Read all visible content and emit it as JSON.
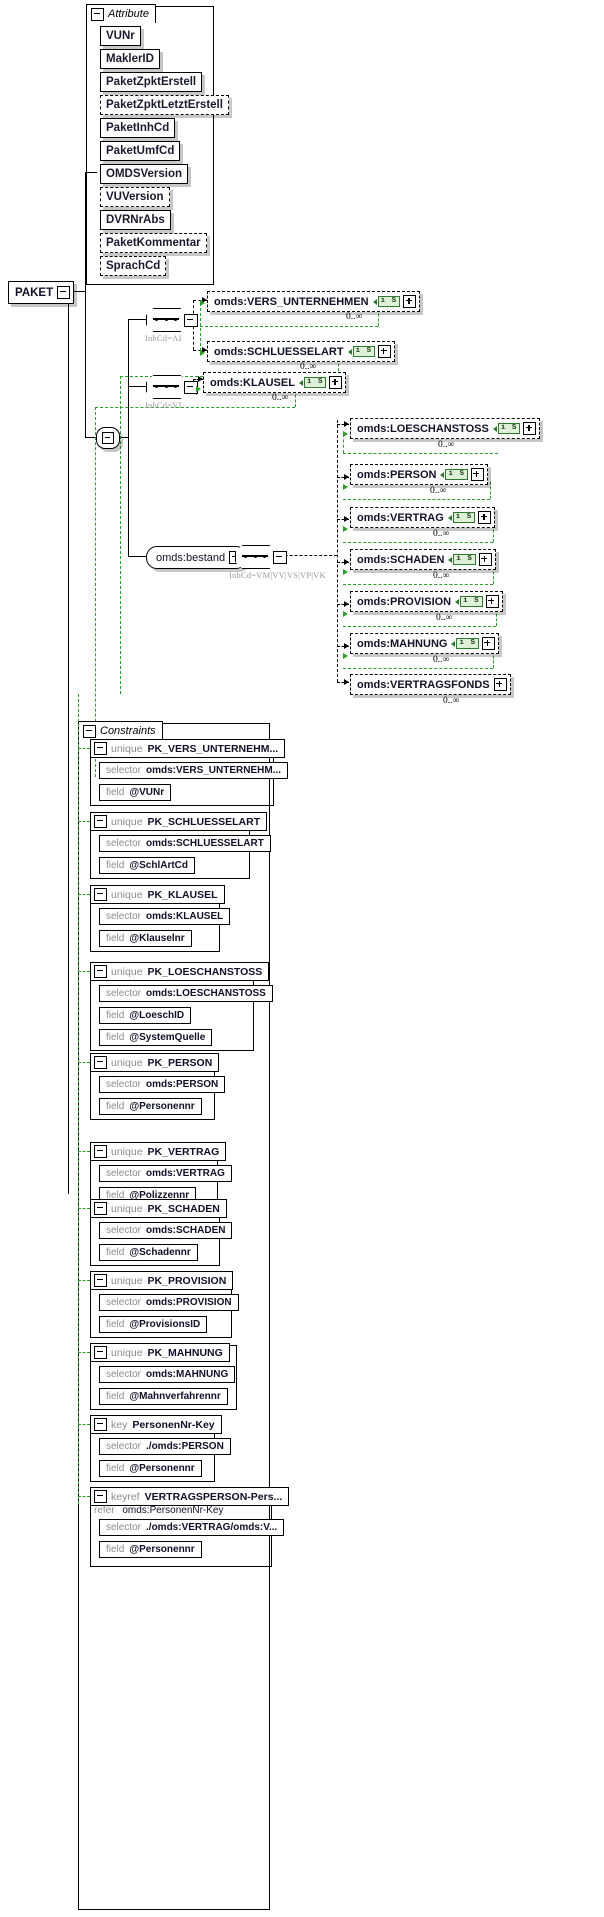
{
  "diagram": {
    "root": {
      "label": "PAKET"
    },
    "attribute_group": {
      "title": "Attribute",
      "attributes": [
        {
          "name": "VUNr",
          "optional": false
        },
        {
          "name": "MaklerID",
          "optional": false
        },
        {
          "name": "PaketZpktErstell",
          "optional": false
        },
        {
          "name": "PaketZpktLetztErstell",
          "optional": true
        },
        {
          "name": "PaketInhCd",
          "optional": false
        },
        {
          "name": "PaketUmfCd",
          "optional": false
        },
        {
          "name": "OMDSVersion",
          "optional": false
        },
        {
          "name": "VUVersion",
          "optional": true
        },
        {
          "name": "DVRNrAbs",
          "optional": false
        },
        {
          "name": "PaketKommentar",
          "optional": true
        },
        {
          "name": "SprachCd",
          "optional": true
        }
      ]
    },
    "branches": [
      {
        "id": "branch-ai",
        "node_type": "sequence",
        "annotation": "InhCd=AI",
        "elements": [
          {
            "name": "omds:VERS_UNTERNEHMEN",
            "badge": "i S",
            "occurrence": "0..∞",
            "expander": "+"
          },
          {
            "name": "omds:SCHLUESSELART",
            "badge": "i S",
            "occurrence": "0..∞",
            "expander": "+"
          }
        ]
      },
      {
        "id": "branch-vi",
        "node_type": "sequence",
        "annotation": "InhCd=VI",
        "elements": [
          {
            "name": "omds:KLAUSEL",
            "badge": "i S",
            "occurrence": "0..∞",
            "expander": "+"
          }
        ]
      },
      {
        "id": "branch-bestand",
        "node_type": "sequence",
        "container": "omds:bestand",
        "annotation": "InhCd=VM|VV|VS|VP|VK",
        "elements": [
          {
            "name": "omds:LOESCHANSTOSS",
            "badge": "i S",
            "occurrence": "0..∞",
            "expander": "+"
          },
          {
            "name": "omds:PERSON",
            "badge": "i S",
            "occurrence": "0..∞",
            "expander": "+"
          },
          {
            "name": "omds:VERTRAG",
            "badge": "i S",
            "occurrence": "0..∞",
            "expander": "+"
          },
          {
            "name": "omds:SCHADEN",
            "badge": "i S",
            "occurrence": "0..∞",
            "expander": "+"
          },
          {
            "name": "omds:PROVISION",
            "badge": "i S",
            "occurrence": "0..∞",
            "expander": "+"
          },
          {
            "name": "omds:MAHNUNG",
            "badge": "i S",
            "occurrence": "0..∞",
            "expander": "+"
          },
          {
            "name": "omds:VERTRAGSFONDS",
            "badge": "",
            "occurrence": "0..∞",
            "expander": "+"
          }
        ]
      }
    ],
    "constraints_group": {
      "title": "Constraints",
      "items": [
        {
          "kind": "unique",
          "name": "PK_VERS_UNTERNEHM...",
          "rows": [
            {
              "key": "selector",
              "value": "omds:VERS_UNTERNEHM..."
            },
            {
              "key": "field",
              "value": "@VUNr"
            }
          ]
        },
        {
          "kind": "unique",
          "name": "PK_SCHLUESSELART",
          "rows": [
            {
              "key": "selector",
              "value": "omds:SCHLUESSELART"
            },
            {
              "key": "field",
              "value": "@SchlArtCd"
            }
          ]
        },
        {
          "kind": "unique",
          "name": "PK_KLAUSEL",
          "rows": [
            {
              "key": "selector",
              "value": "omds:KLAUSEL"
            },
            {
              "key": "field",
              "value": "@Klauselnr"
            }
          ]
        },
        {
          "kind": "unique",
          "name": "PK_LOESCHANSTOSS",
          "rows": [
            {
              "key": "selector",
              "value": "omds:LOESCHANSTOSS"
            },
            {
              "key": "field",
              "value": "@LoeschID"
            },
            {
              "key": "field",
              "value": "@SystemQuelle"
            }
          ]
        },
        {
          "kind": "unique",
          "name": "PK_PERSON",
          "rows": [
            {
              "key": "selector",
              "value": "omds:PERSON"
            },
            {
              "key": "field",
              "value": "@Personennr"
            }
          ]
        },
        {
          "kind": "unique",
          "name": "PK_VERTRAG",
          "rows": [
            {
              "key": "selector",
              "value": "omds:VERTRAG"
            },
            {
              "key": "field",
              "value": "@Polizzennr"
            }
          ]
        },
        {
          "kind": "unique",
          "name": "PK_SCHADEN",
          "rows": [
            {
              "key": "selector",
              "value": "omds:SCHADEN"
            },
            {
              "key": "field",
              "value": "@Schadennr"
            }
          ]
        },
        {
          "kind": "unique",
          "name": "PK_PROVISION",
          "rows": [
            {
              "key": "selector",
              "value": "omds:PROVISION"
            },
            {
              "key": "field",
              "value": "@ProvisionsID"
            }
          ]
        },
        {
          "kind": "unique",
          "name": "PK_MAHNUNG",
          "rows": [
            {
              "key": "selector",
              "value": "omds:MAHNUNG"
            },
            {
              "key": "field",
              "value": "@Mahnverfahrennr"
            }
          ]
        },
        {
          "kind": "key",
          "name": "PersonenNr-Key",
          "rows": [
            {
              "key": "selector",
              "value": "./omds:PERSON"
            },
            {
              "key": "field",
              "value": "@Personennr"
            }
          ]
        },
        {
          "kind": "keyref",
          "name": "VERTRAGSPERSON-Pers...",
          "refer": {
            "key": "refer",
            "value": "omds:PersonenNr-Key"
          },
          "rows": [
            {
              "key": "selector",
              "value": "./omds:VERTRAG/omds:V..."
            },
            {
              "key": "field",
              "value": "@Personennr"
            }
          ]
        }
      ]
    },
    "colors": {
      "line": "#000000",
      "green": "#2aa02a",
      "badge_bg": "#dff0d8",
      "badge_border": "#2f7a2f",
      "muted": "#8c8c8c",
      "text": "#101028"
    }
  }
}
